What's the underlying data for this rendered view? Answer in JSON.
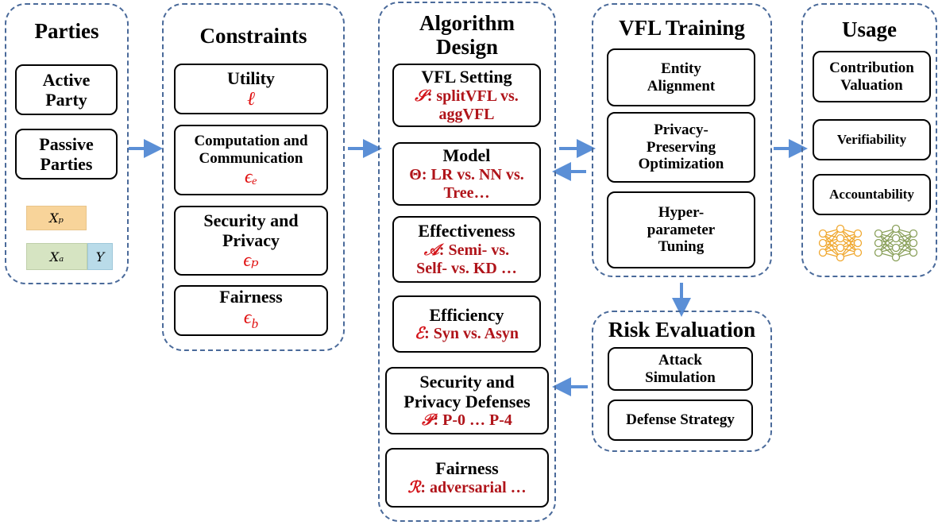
{
  "parties": {
    "title": "Parties",
    "active": [
      "Active",
      "Party"
    ],
    "passive": [
      "Passive",
      "Parties"
    ],
    "xp": "Xₚ",
    "xa": "Xₐ",
    "y": "Y"
  },
  "constraints": {
    "title": "Constraints",
    "utility": {
      "label": "Utility",
      "symbol": "ℓ"
    },
    "computation": {
      "label": [
        "Computation and",
        "Communication"
      ],
      "symbol": "ϵₑ"
    },
    "security": {
      "label": [
        "Security and",
        "Privacy"
      ],
      "symbol": "ϵₚ"
    },
    "fairness": {
      "label": "Fairness",
      "symbol": "ϵ_b"
    }
  },
  "algorithm": {
    "title": [
      "Algorithm",
      "Design"
    ],
    "vfl_setting": {
      "label": "VFL Setting",
      "symbol": "𝒮",
      "text1": ": splitVFL vs.",
      "text2": "aggVFL"
    },
    "model": {
      "label": "Model",
      "symbol": "Θ",
      "text1": ": LR vs. NN vs.",
      "text2": "Tree…"
    },
    "effectiveness": {
      "label": "Effectiveness",
      "symbol": "𝒜",
      "text1": ": Semi- vs.",
      "text2": "Self- vs. KD …"
    },
    "efficiency": {
      "label": "Efficiency",
      "symbol": "ℰ",
      "text1": ": Syn vs. Asyn"
    },
    "defenses": {
      "label": [
        "Security and",
        "Privacy Defenses"
      ],
      "symbol": "𝒫",
      "text1": ": P-0 … P-4"
    },
    "fairness": {
      "label": "Fairness",
      "symbol": "ℛ",
      "text1": ": adversarial …"
    }
  },
  "training": {
    "title": "VFL Training",
    "entity": [
      "Entity",
      "Alignment"
    ],
    "privacy": [
      "Privacy-",
      "Preserving",
      "Optimization"
    ],
    "hyper": [
      "Hyper-",
      "parameter",
      "Tuning"
    ]
  },
  "risk": {
    "title": "Risk Evaluation",
    "attack": [
      "Attack",
      "Simulation"
    ],
    "defense": "Defense Strategy"
  },
  "usage": {
    "title": "Usage",
    "contribution": [
      "Contribution",
      "Valuation"
    ],
    "verifiability": "Verifiability",
    "accountability": "Accountability"
  },
  "colors": {
    "panel_border": "#4a6a9a",
    "arrow": "#5b8fd6",
    "red_text": "#b0141a",
    "xp_fill": "#f8d49a",
    "xa_fill": "#d6e4c2",
    "y_fill": "#b9dbe9",
    "nn_orange": "#f0a830",
    "nn_green": "#8aa05a"
  }
}
